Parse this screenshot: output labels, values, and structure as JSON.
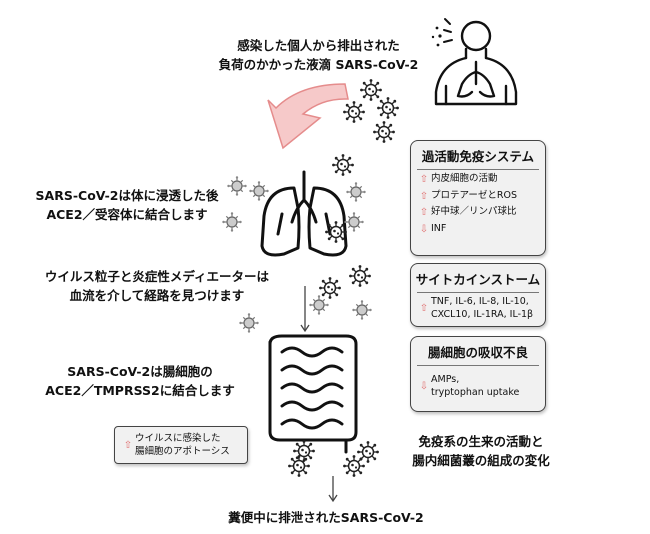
{
  "captions": {
    "top_line1": "感染した個人から排出された",
    "top_line2": "負荷のかかった液滴 SARS-CoV-2",
    "lung_line1": "SARS-CoV-2は体に浸透した後",
    "lung_line2": "ACE2／受容体に結合します",
    "blood_line1": "ウイルス粒子と炎症性メディエーターは",
    "blood_line2": "血流を介して経路を見つけます",
    "gut_line1": "SARS-CoV-2は腸細胞の",
    "gut_line2": "ACE2／TMPRSS2に結合します",
    "microbe_line1": "免疫系の生来の活動と",
    "microbe_line2": "腸内細菌叢の組成の変化",
    "bottom": "糞便中に排泄されたSARS-CoV-2"
  },
  "boxes": {
    "immune": {
      "title": "過活動免疫システム",
      "items": [
        {
          "arrow": "up",
          "text": "内皮細胞の活動"
        },
        {
          "arrow": "up",
          "text": "プロテアーゼとROS"
        },
        {
          "arrow": "up",
          "text": "好中球／リンパ球比"
        },
        {
          "arrow": "down",
          "text": "INF"
        }
      ]
    },
    "cytokine": {
      "title": "サイトカインストーム",
      "items": [
        {
          "arrow": "up",
          "text": "TNF, IL-6, IL-8, IL-10,\nCXCL10, IL-1RA, IL-1β"
        }
      ]
    },
    "malabsorption": {
      "title": "腸細胞の吸収不良",
      "items": [
        {
          "arrow": "down",
          "text": "AMPs,\ntryptophan uptake"
        }
      ]
    },
    "apoptosis": {
      "arrow": "up",
      "line1": "ウイルスに感染した",
      "line2": "腸細胞のアポトーシス"
    }
  },
  "colors": {
    "arrow_red": "#e07070",
    "big_arrow_fill": "#f6c9c9",
    "box_bg": "#f1f1f1"
  },
  "icons": [
    "person-coughing-icon",
    "lungs-icon",
    "intestine-icon",
    "virus-icon",
    "big-curved-arrow-icon"
  ]
}
